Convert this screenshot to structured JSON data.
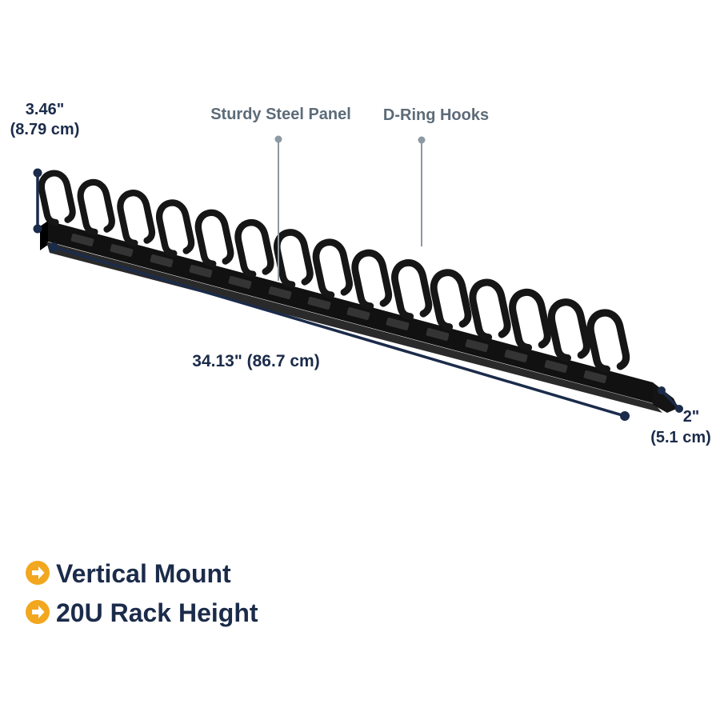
{
  "labels": {
    "panel": "Sturdy Steel Panel",
    "hooks": "D-Ring Hooks"
  },
  "dimensions": {
    "height_in": "3.46\"",
    "height_cm": "(8.79 cm)",
    "length": "34.13\" (86.7 cm)",
    "depth_in": "2\"",
    "depth_cm": "(5.1 cm)"
  },
  "features": [
    {
      "label": "Vertical Mount"
    },
    {
      "label": "20U Rack Height"
    }
  ],
  "colors": {
    "navy": "#1b2b4a",
    "label_gray": "#5c6b78",
    "accent_orange": "#f2a71e",
    "product_black": "#161616"
  }
}
